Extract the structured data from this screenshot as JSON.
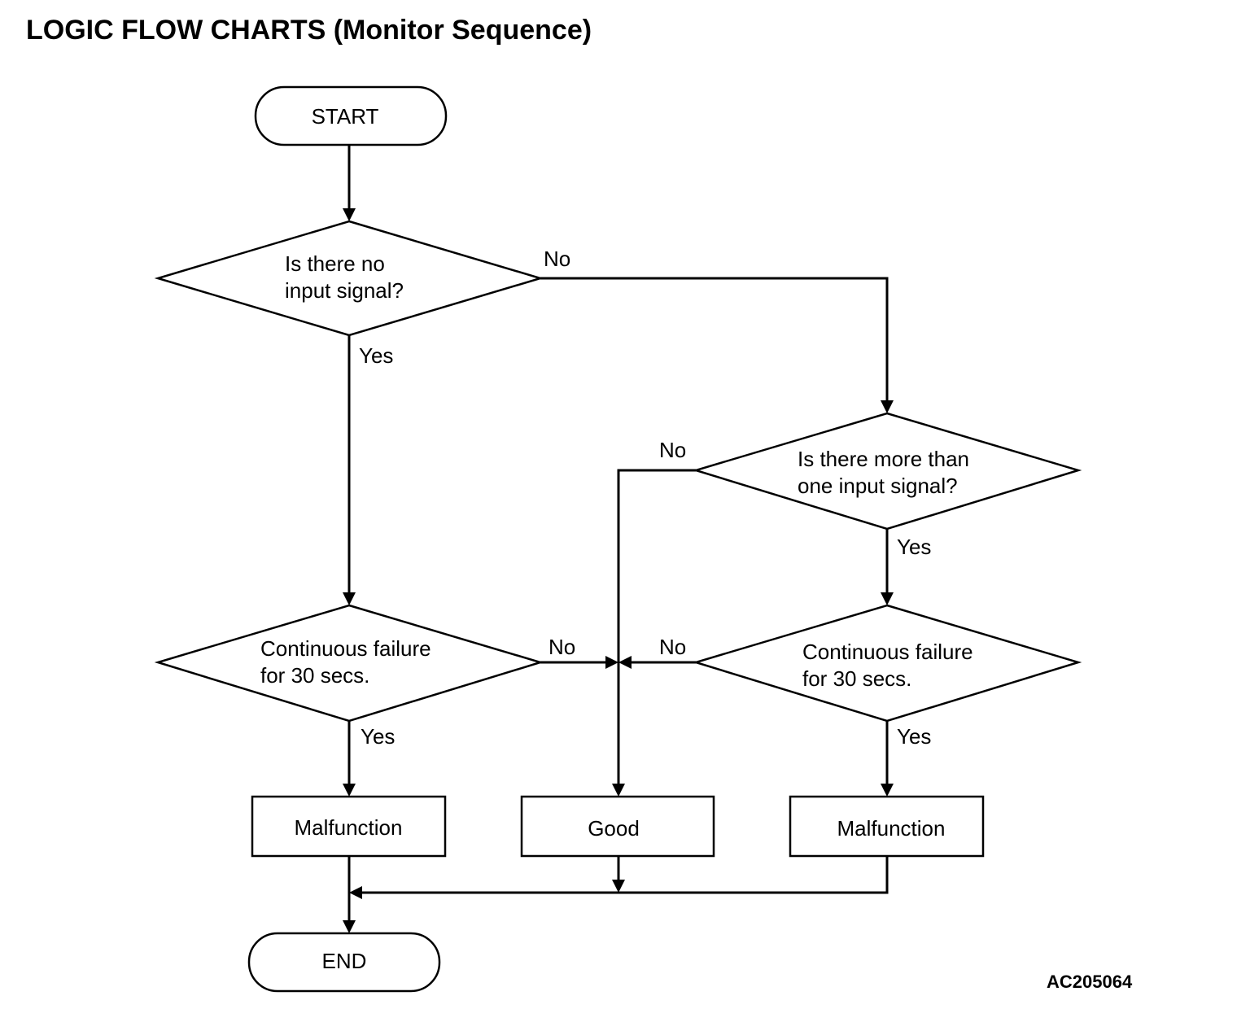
{
  "title": "LOGIC FLOW CHARTS (Monitor Sequence)",
  "figure_code": "AC205064",
  "nodes": {
    "start": "START",
    "end": "END",
    "decision_no_input": [
      "Is there no",
      "input signal?"
    ],
    "decision_more_than_one": [
      "Is there more than",
      "one input signal?"
    ],
    "decision_continuous_left": [
      "Continuous failure",
      "for 30 secs."
    ],
    "decision_continuous_right": [
      "Continuous failure",
      "for 30 secs."
    ],
    "result_malfunction_left": "Malfunction",
    "result_good": "Good",
    "result_malfunction_right": "Malfunction"
  },
  "edge_labels": {
    "no_input_no": "No",
    "no_input_yes": "Yes",
    "more_than_one_no": "No",
    "more_than_one_yes": "Yes",
    "continuous_left_no": "No",
    "continuous_left_yes": "Yes",
    "continuous_right_no": "No",
    "continuous_right_yes": "Yes"
  }
}
